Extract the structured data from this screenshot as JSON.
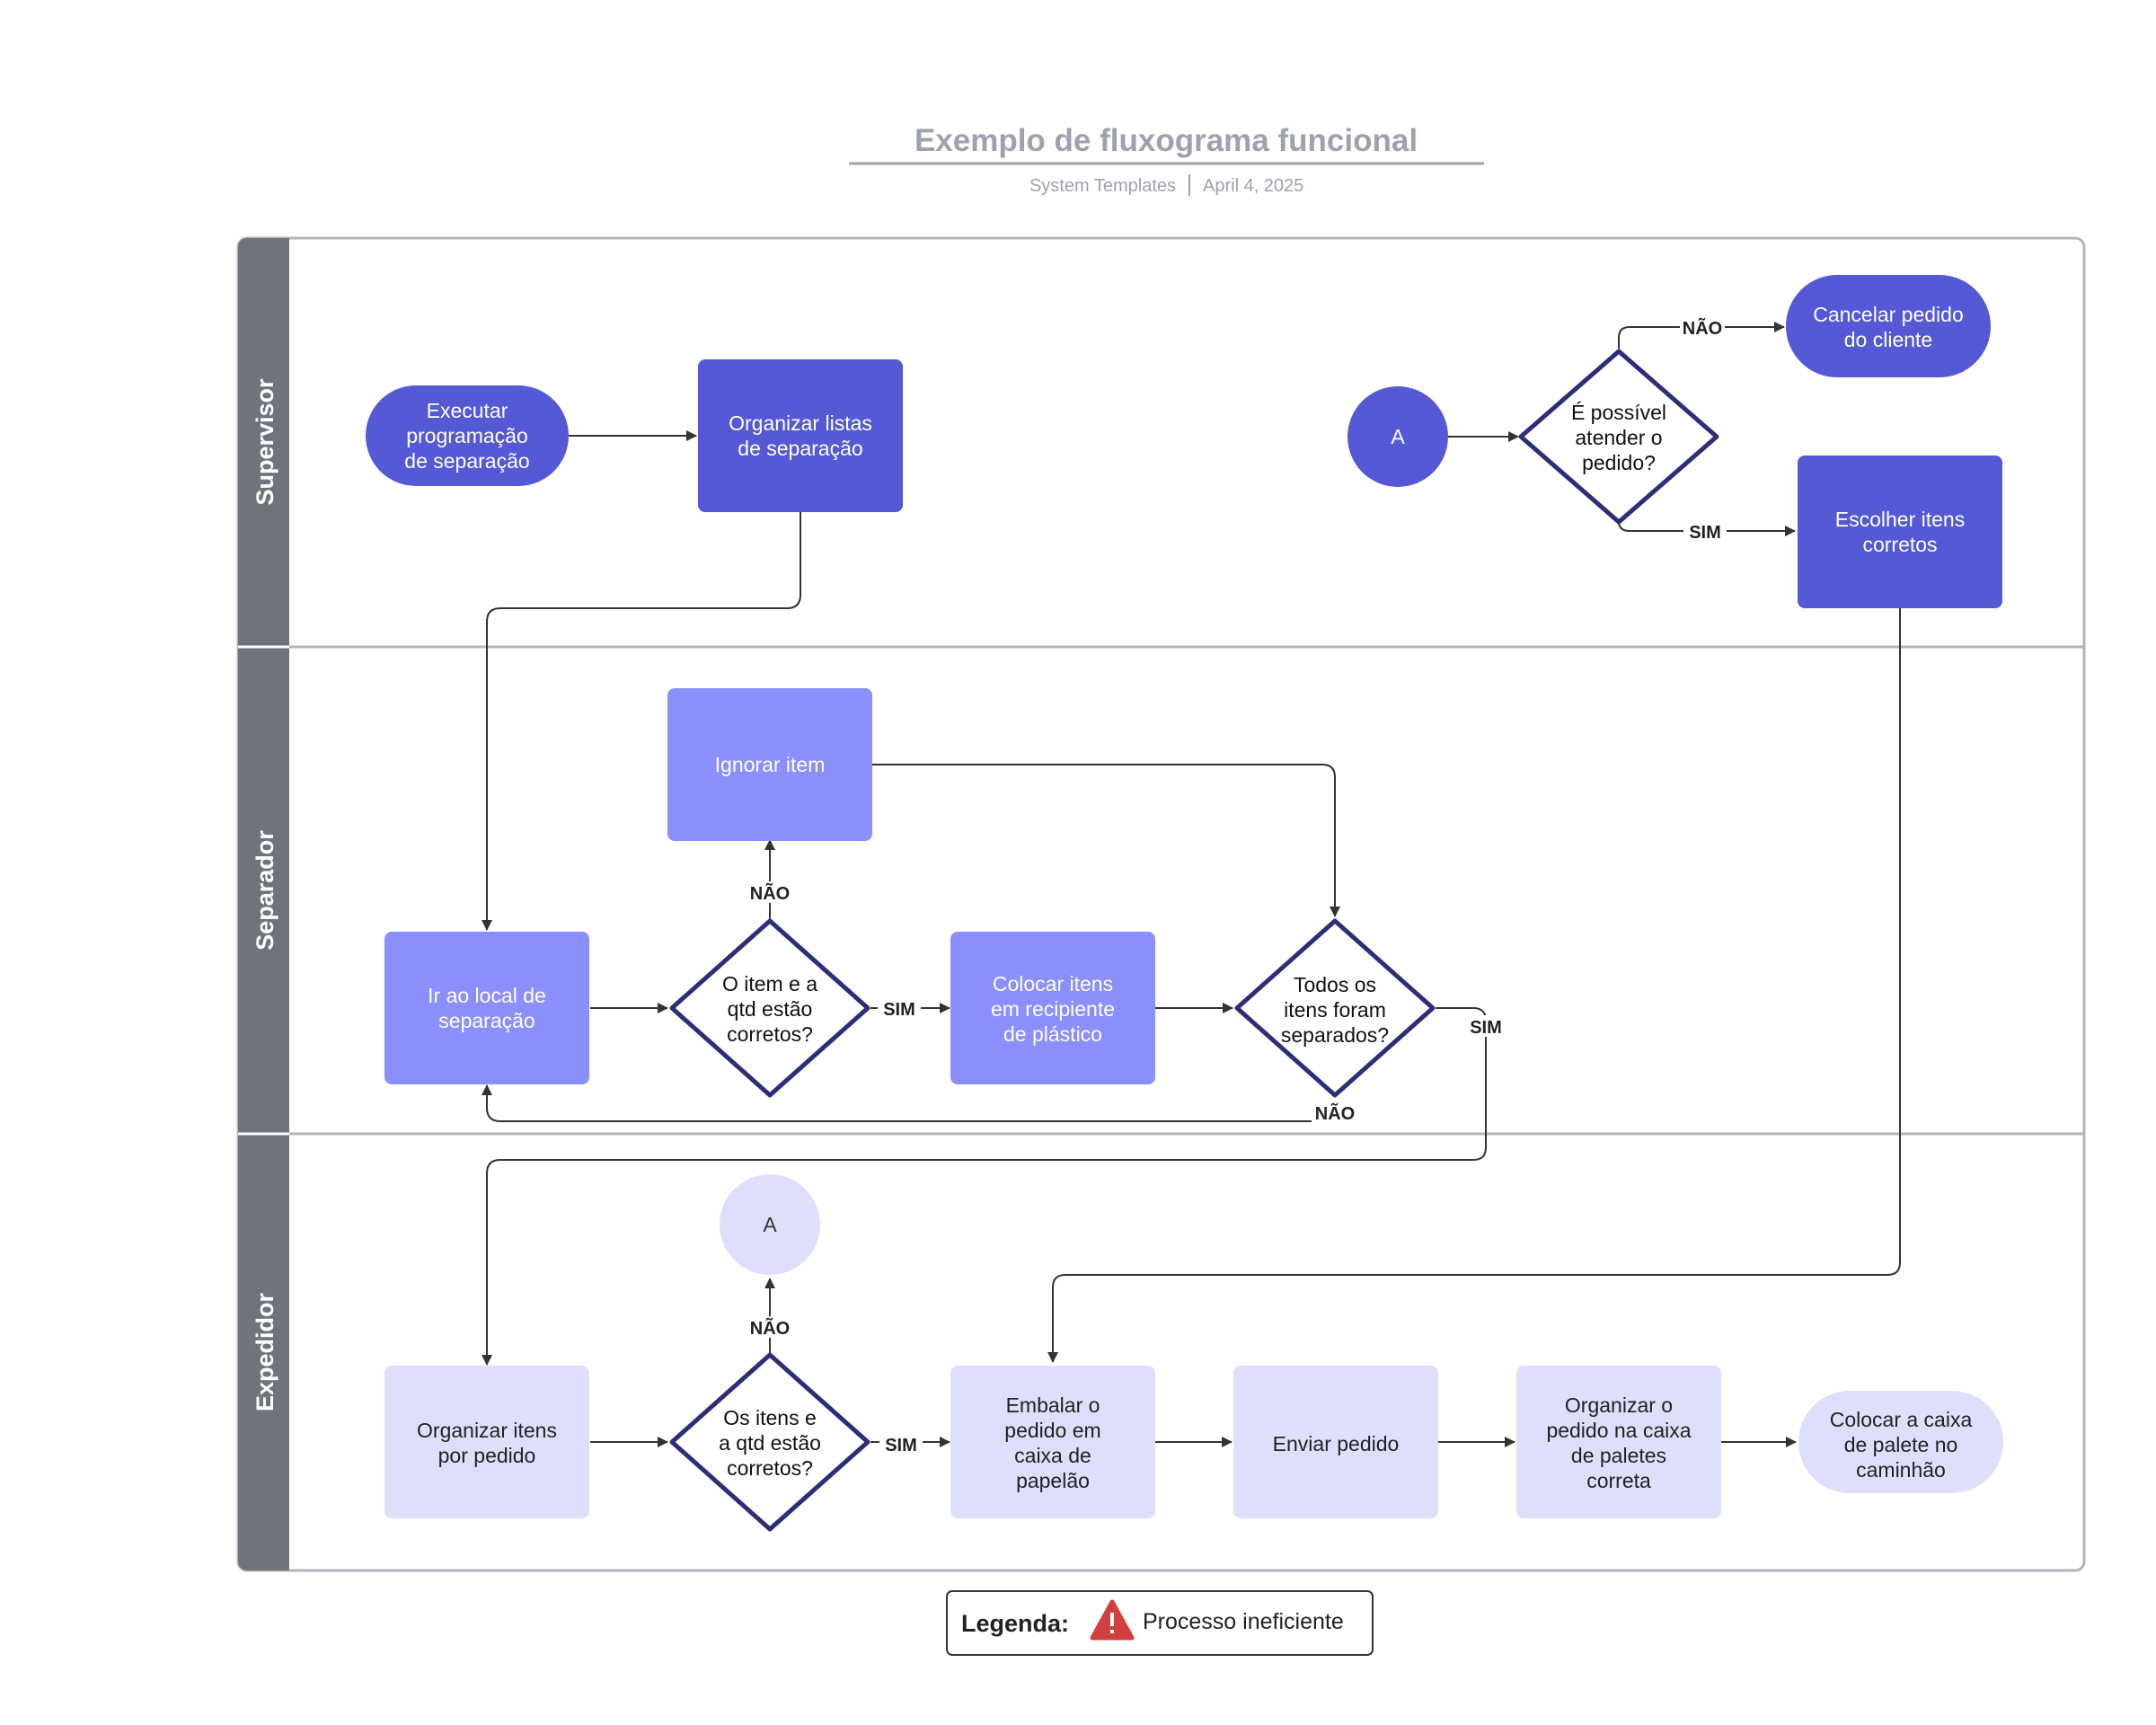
{
  "header": {
    "title": "Exemplo de fluxograma funcional",
    "author": "System Templates",
    "date": "April 4, 2025"
  },
  "colors": {
    "dark": "#5559d6",
    "medium": "#8a8ffc",
    "light": "#dedffa",
    "diamond_stroke": "#2b2f77",
    "lane_header": "#6e737c",
    "border": "#b3b5bc",
    "edge": "#333333",
    "warning": "#d13f3f"
  },
  "lanes": [
    {
      "label": "Supervisor"
    },
    {
      "label": "Separador"
    },
    {
      "label": "Expedidor"
    }
  ],
  "nodes": {
    "executar": "Executar\nprogramação\nde separação",
    "organizar_listas": "Organizar listas\nde separação",
    "conector_a_top": "A",
    "e_possivel": "É possível\natender o\npedido?",
    "cancelar": "Cancelar pedido\ndo cliente",
    "escolher_itens": "Escolher itens\ncorretos",
    "ignorar_item": "Ignorar item",
    "ir_local": "Ir ao local de\nseparação",
    "item_qtd": "O item e a\nqtd estão\ncorretos?",
    "colocar_itens": "Colocar itens\nem recipiente\nde plástico",
    "todos_itens": "Todos os\nitens foram\nseparados?",
    "conector_a_bottom": "A",
    "organizar_pedido": "Organizar itens\npor pedido",
    "itens_qtd": "Os itens e\na qtd estão\ncorretos?",
    "embalar": "Embalar o\npedido em\ncaixa de\npapelão",
    "enviar": "Enviar pedido",
    "organizar_caixa": "Organizar o\npedido na caixa\nde paletes\ncorreta",
    "colocar_caixa": "Colocar a caixa\nde palete no\ncaminhão"
  },
  "edge_labels": {
    "nao": "NÃO",
    "sim": "SIM"
  },
  "legend": {
    "label": "Legenda:",
    "item": "Processo ineficiente",
    "icon": "warning-triangle-icon"
  }
}
